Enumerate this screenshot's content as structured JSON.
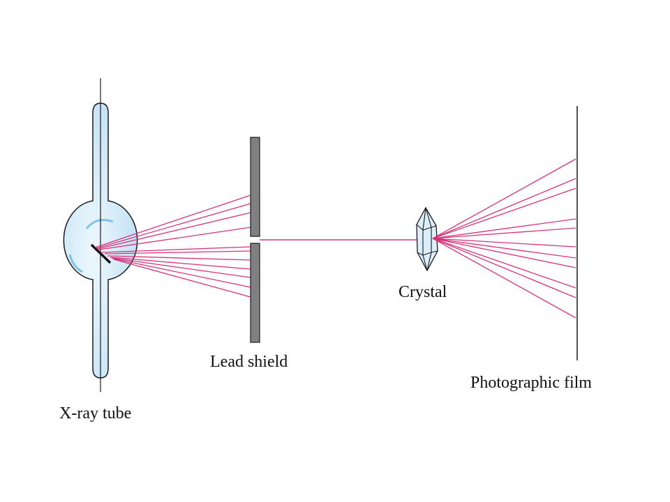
{
  "labels": {
    "xray_tube": "X-ray tube",
    "lead_shield": "Lead shield",
    "crystal": "Crystal",
    "film": "Photographic film"
  },
  "colors": {
    "ray": "#d6337a",
    "tube_fill": "#cfe8f7",
    "tube_stroke": "#1a1a1a",
    "shield_fill": "#808080",
    "crystal_fill": "#dbeefa"
  }
}
